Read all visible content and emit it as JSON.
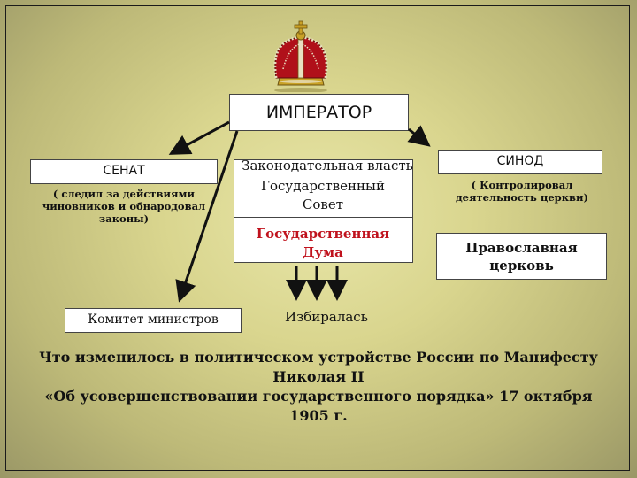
{
  "emperor": {
    "title": "ИМПЕРАТОР"
  },
  "senat": {
    "title": "СЕНАТ",
    "description": "( следил за действиями чиновников и обнародовал законы)"
  },
  "legislative": {
    "label": "Законодательная власть",
    "council": "Государственный Совет",
    "duma": "Государственная Дума",
    "elected": "Избиралась"
  },
  "synod": {
    "title": "СИНОД",
    "description": "( Контролировал деятельность церкви)",
    "church": "Православная церковь"
  },
  "ministers": {
    "label": "Комитет министров"
  },
  "question": {
    "line1": "Что изменилось в политическом устройстве России по Манифесту",
    "line2": "Николая II",
    "line3": "«Об усовершенствовании государственного порядка» 17 октября",
    "line4": "1905 г."
  },
  "colors": {
    "accent_red": "#c0121d",
    "background": "#d9d58e",
    "crown_red": "#b0101a",
    "crown_gold": "#c9a227"
  }
}
